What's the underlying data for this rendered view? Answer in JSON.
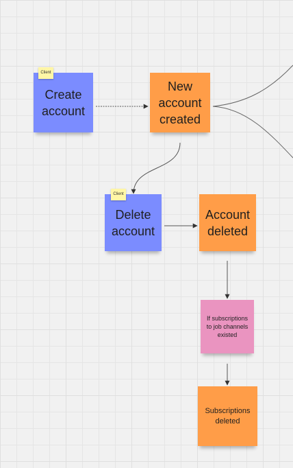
{
  "nodes": {
    "create_account": "Create account",
    "new_account_created": "New account created",
    "delete_account": "Delete account",
    "account_deleted": "Account deleted",
    "if_subscriptions": "If subscriptions to job channels existed",
    "subscriptions_deleted": "Subscriptions deleted"
  },
  "tags": {
    "client_1": "Client",
    "client_2": "Client"
  },
  "colors": {
    "command": "#7b8cff",
    "event": "#ff9d48",
    "policy": "#ea94c0",
    "actor": "#fff6a6"
  }
}
